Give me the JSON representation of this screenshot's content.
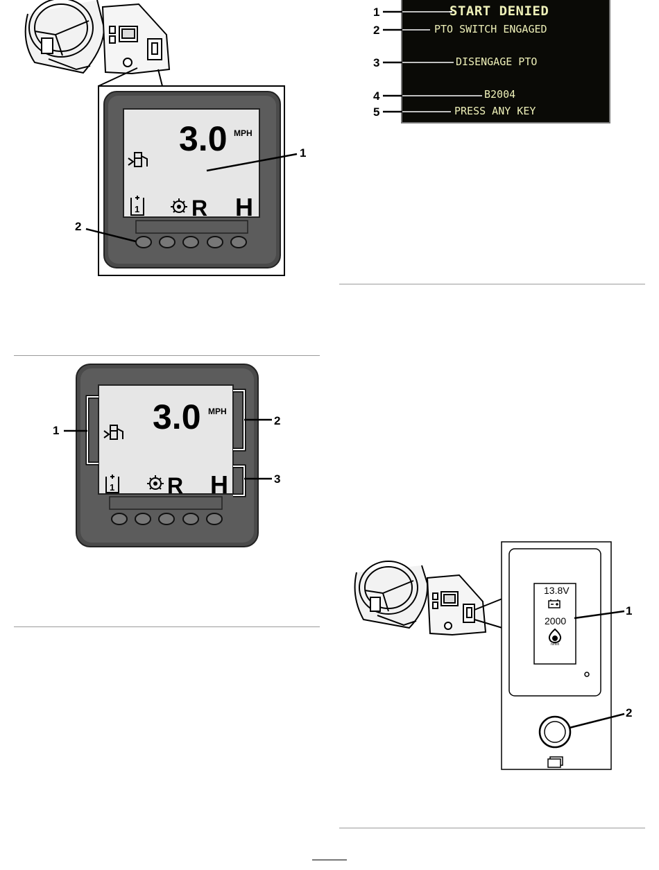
{
  "fig1": {
    "speed": "3.0",
    "unit": "MPH",
    "gear_number": "1",
    "range": "R",
    "mode": "H",
    "callouts": [
      "1",
      "2"
    ]
  },
  "fig2": {
    "speed": "3.0",
    "unit": "MPH",
    "gear_number": "1",
    "range": "R",
    "mode": "H",
    "callouts": [
      "1",
      "2",
      "3"
    ]
  },
  "fig3": {
    "lines": [
      "START DENIED",
      "PTO SWITCH ENGAGED",
      "DISENGAGE PTO",
      "B2004",
      "PRESS ANY KEY"
    ],
    "callouts": [
      "1",
      "2",
      "3",
      "4",
      "5"
    ]
  },
  "fig4": {
    "voltage": "13.8V",
    "rpm": "2000",
    "rpm_unit": "n/min",
    "callouts": [
      "1",
      "2"
    ]
  }
}
